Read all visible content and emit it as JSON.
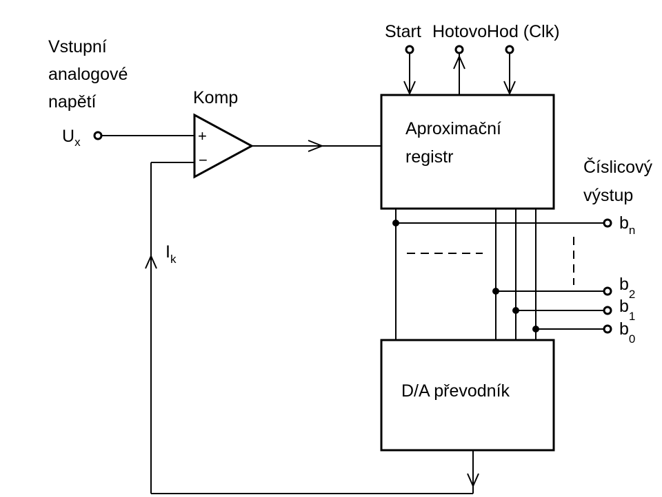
{
  "input": {
    "label_lines": [
      "Vstupní",
      "analogové",
      "napětí"
    ],
    "symbol": "U",
    "symbol_sub": "x"
  },
  "comparator": {
    "label": "Komp",
    "plus": "+",
    "minus": "−"
  },
  "control": {
    "start": "Start",
    "hotovo": "Hotovo",
    "hod": "Hod (Clk)"
  },
  "register": {
    "line1": "Aproximační",
    "line2": "registr"
  },
  "output": {
    "label_line1": "Číslicový",
    "label_line2": "výstup",
    "bits": [
      {
        "base": "b",
        "sub": "n"
      },
      {
        "base": "b",
        "sub": "2"
      },
      {
        "base": "b",
        "sub": "1"
      },
      {
        "base": "b",
        "sub": "0"
      }
    ]
  },
  "dac": {
    "label": "D/A převodník"
  },
  "feedback": {
    "symbol": "I",
    "symbol_sub": "k"
  }
}
